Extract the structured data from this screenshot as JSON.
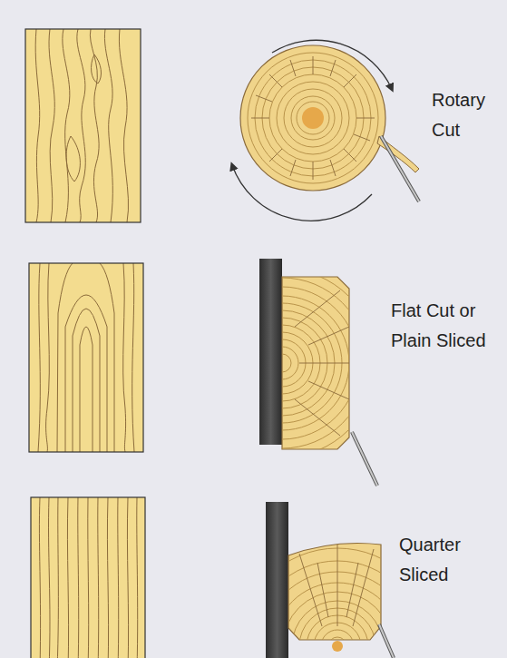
{
  "diagram": {
    "labels": [
      "Rotary Cut",
      "Flat Cut or Plain Sliced",
      "Quarter Sliced"
    ]
  }
}
